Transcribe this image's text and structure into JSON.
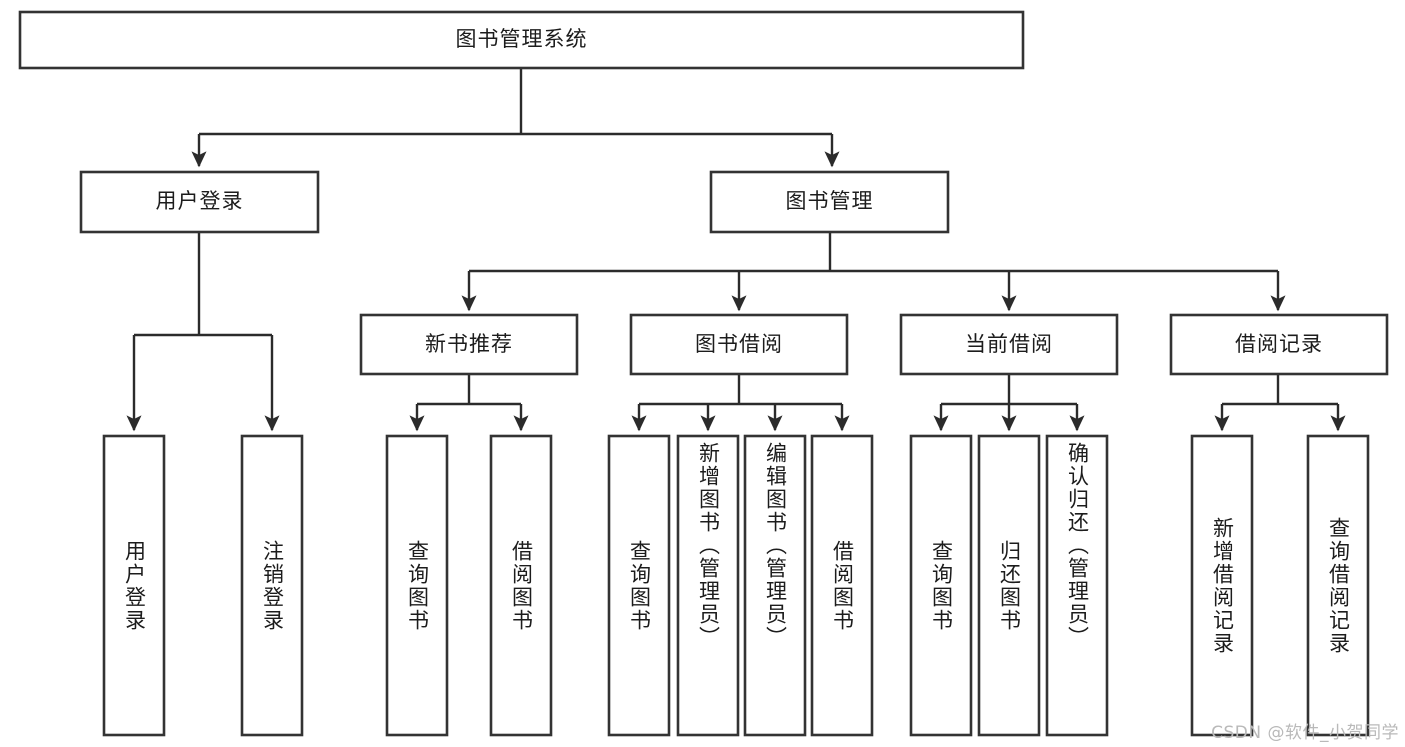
{
  "diagram": {
    "type": "tree",
    "title": "图书管理系统",
    "root": {
      "id": "root",
      "label": "图书管理系统",
      "orientation": "horizontal"
    },
    "level1": [
      {
        "id": "user-login",
        "label": "用户登录",
        "orientation": "horizontal"
      },
      {
        "id": "book-manage",
        "label": "图书管理",
        "orientation": "horizontal"
      }
    ],
    "level2": [
      {
        "id": "new-book-rec",
        "label": "新书推荐",
        "parent": "book-manage",
        "orientation": "horizontal"
      },
      {
        "id": "book-borrow",
        "label": "图书借阅",
        "parent": "book-manage",
        "orientation": "horizontal"
      },
      {
        "id": "current-borrow",
        "label": "当前借阅",
        "parent": "book-manage",
        "orientation": "horizontal"
      },
      {
        "id": "borrow-record",
        "label": "借阅记录",
        "parent": "book-manage",
        "orientation": "horizontal"
      }
    ],
    "leaves": [
      {
        "id": "leaf-user-login",
        "label": "用户登录",
        "parent": "user-login",
        "orientation": "vertical"
      },
      {
        "id": "leaf-logout-login",
        "label": "注销登录",
        "parent": "user-login",
        "orientation": "vertical"
      },
      {
        "id": "leaf-query-book-1",
        "label": "查询图书",
        "parent": "new-book-rec",
        "orientation": "vertical"
      },
      {
        "id": "leaf-borrow-book-1",
        "label": "借阅图书",
        "parent": "new-book-rec",
        "orientation": "vertical"
      },
      {
        "id": "leaf-query-book-2",
        "label": "查询图书",
        "parent": "book-borrow",
        "orientation": "vertical"
      },
      {
        "id": "leaf-add-book",
        "label": "新增图书（管理员）",
        "parent": "book-borrow",
        "orientation": "vertical"
      },
      {
        "id": "leaf-edit-book",
        "label": "编辑图书（管理员）",
        "parent": "book-borrow",
        "orientation": "vertical"
      },
      {
        "id": "leaf-borrow-book-2",
        "label": "借阅图书",
        "parent": "book-borrow",
        "orientation": "vertical"
      },
      {
        "id": "leaf-query-book-3",
        "label": "查询图书",
        "parent": "current-borrow",
        "orientation": "vertical"
      },
      {
        "id": "leaf-return-book",
        "label": "归还图书",
        "parent": "current-borrow",
        "orientation": "vertical"
      },
      {
        "id": "leaf-confirm-return",
        "label": "确认归还（管理员）",
        "parent": "current-borrow",
        "orientation": "vertical"
      },
      {
        "id": "leaf-add-record",
        "label": "新增借阅记录",
        "parent": "borrow-record",
        "orientation": "vertical"
      },
      {
        "id": "leaf-query-record",
        "label": "查询借阅记录",
        "parent": "borrow-record",
        "orientation": "vertical"
      }
    ]
  },
  "watermark": {
    "text": "CSDN @软件_小贺同学"
  },
  "colors": {
    "background": "#ffffff",
    "box_stroke": "#333333",
    "connector": "#2b2b2b",
    "text": "#1c1c1c",
    "watermark": "#b9b9b9"
  }
}
